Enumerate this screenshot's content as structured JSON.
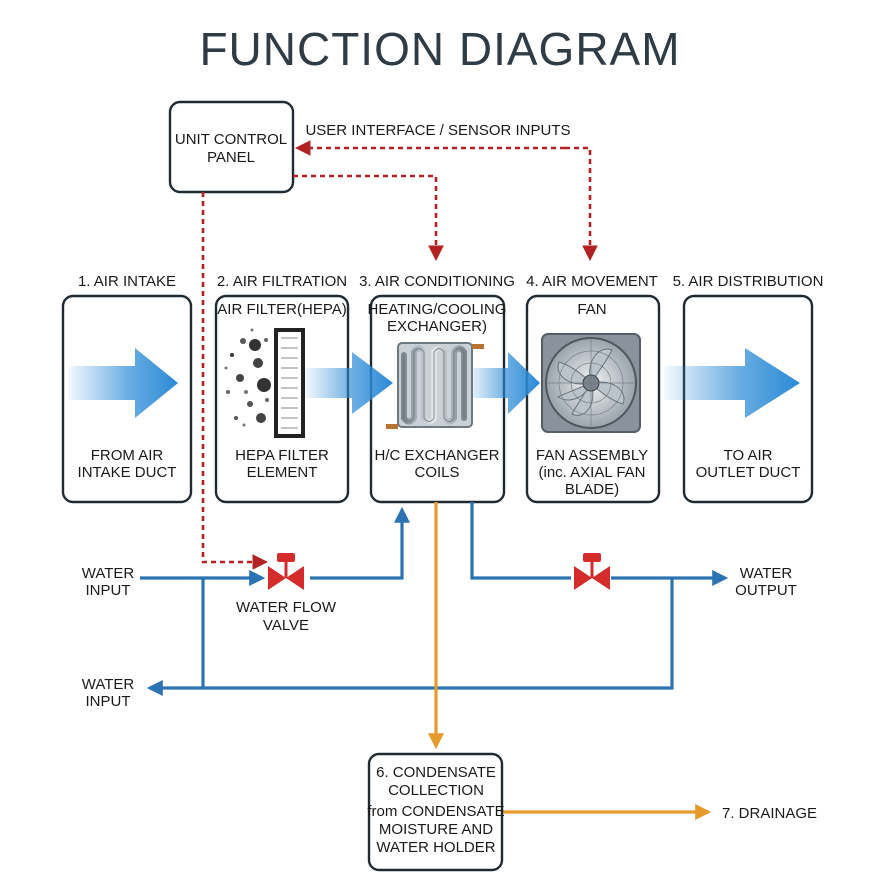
{
  "title": "FUNCTION DIAGRAM",
  "control_panel": {
    "line1": "UNIT CONTROL",
    "line2": "PANEL"
  },
  "user_interface_label": "USER INTERFACE / SENSOR INPUTS",
  "stages": [
    {
      "heading": "1. AIR INTAKE",
      "inner": [],
      "bottom": [
        "FROM AIR",
        "INTAKE DUCT"
      ]
    },
    {
      "heading": "2. AIR FILTRATION",
      "inner": [
        "AIR FILTER(HEPA)"
      ],
      "bottom": [
        "HEPA FILTER",
        "ELEMENT"
      ]
    },
    {
      "heading": "3. AIR CONDITIONING",
      "inner": [
        "HEATING/COOLING",
        "EXCHANGER)"
      ],
      "bottom": [
        "H/C EXCHANGER",
        "COILS"
      ]
    },
    {
      "heading": "4. AIR MOVEMENT",
      "inner": [
        "FAN"
      ],
      "bottom": [
        "FAN ASSEMBLY",
        "(inc. AXIAL FAN",
        "BLADE)"
      ]
    },
    {
      "heading": "5. AIR DISTRIBUTION",
      "inner": [],
      "bottom": [
        "TO AIR",
        "OUTLET DUCT"
      ]
    }
  ],
  "water": {
    "input_top": [
      "WATER",
      "INPUT"
    ],
    "input_bottom": [
      "WATER",
      "INPUT"
    ],
    "output": [
      "WATER",
      "OUTPUT"
    ],
    "valve_label": [
      "WATER FLOW",
      "VALVE"
    ]
  },
  "condensate": {
    "lines": [
      "6. CONDENSATE",
      "COLLECTION",
      "from CONDENSATE",
      "MOISTURE AND",
      "WATER HOLDER"
    ]
  },
  "drainage": "7. DRAINAGE",
  "colors": {
    "control": "#b22222",
    "water": "#2b73b3",
    "condensate": "#e79a2c",
    "airflow": "#2a8ad6",
    "box_stroke": "#1f2a33"
  }
}
